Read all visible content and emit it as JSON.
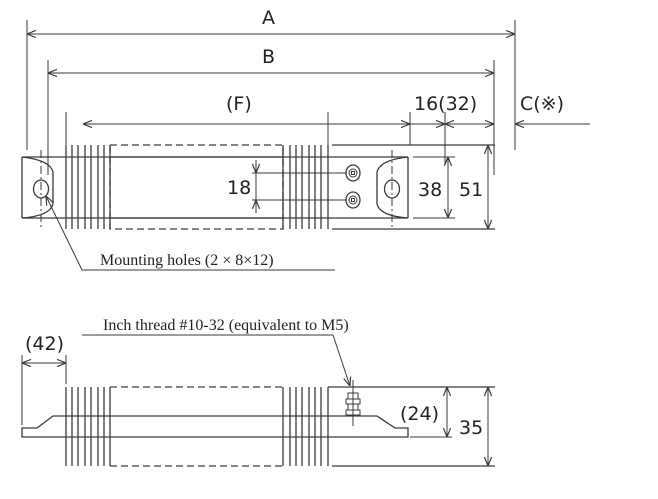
{
  "dimensions": {
    "A": "A",
    "B": "B",
    "F": "(F)",
    "terminal_pitch": "16(32)",
    "C": "C(※)",
    "terminal_spacing": "18",
    "tab_width": "38",
    "total_width": "51",
    "tab_length": "(42)",
    "body_to_tab": "(24)",
    "height": "35"
  },
  "labels": {
    "mounting_holes": "Mounting holes (2 × 8×12)",
    "thread": "Inch thread #10-32 (equivalent to M5)"
  }
}
